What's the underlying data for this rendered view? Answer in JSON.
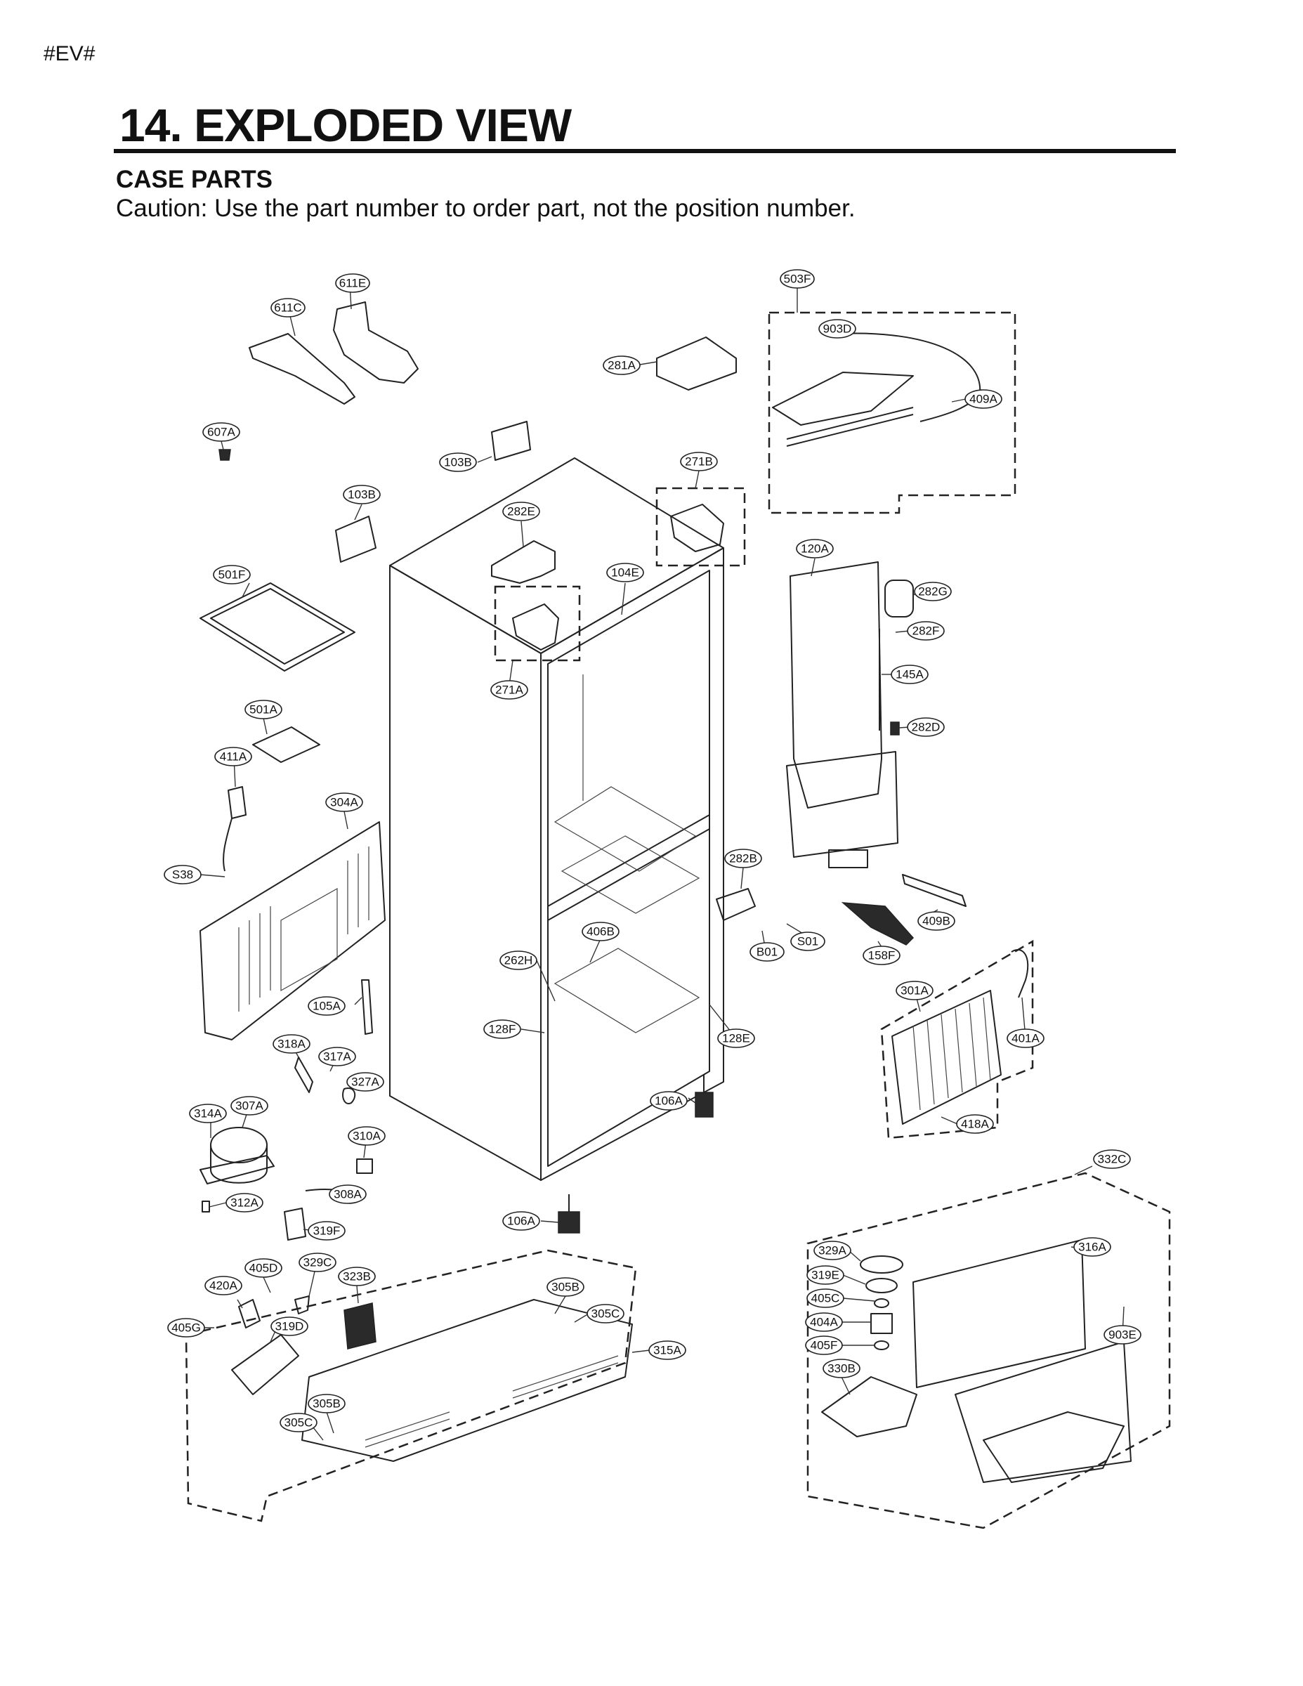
{
  "page_marker": "#EV#",
  "title": "14. EXPLODED VIEW",
  "subtitle": "CASE PARTS",
  "caution": "Caution: Use the part number to order part, not the position number.",
  "parts": [
    "611E",
    "611C",
    "503F",
    "903D",
    "281A",
    "409A",
    "607A",
    "103B",
    "271B",
    "103B",
    "282E",
    "120A",
    "501F",
    "104E",
    "282G",
    "282F",
    "145A",
    "271A",
    "501A",
    "282D",
    "411A",
    "304A",
    "S38",
    "282B",
    "406B",
    "S01",
    "409B",
    "B01",
    "158F",
    "262H",
    "301A",
    "105A",
    "128F",
    "128E",
    "401A",
    "318A",
    "317A",
    "327A",
    "106A",
    "314A",
    "307A",
    "310A",
    "418A",
    "332C",
    "308A",
    "312A",
    "106A",
    "319F",
    "316A",
    "329A",
    "405D",
    "329C",
    "319E",
    "323B",
    "420A",
    "305B",
    "405C",
    "305C",
    "903E",
    "405G",
    "319D",
    "404A",
    "315A",
    "405F",
    "330B",
    "305B",
    "305C"
  ]
}
